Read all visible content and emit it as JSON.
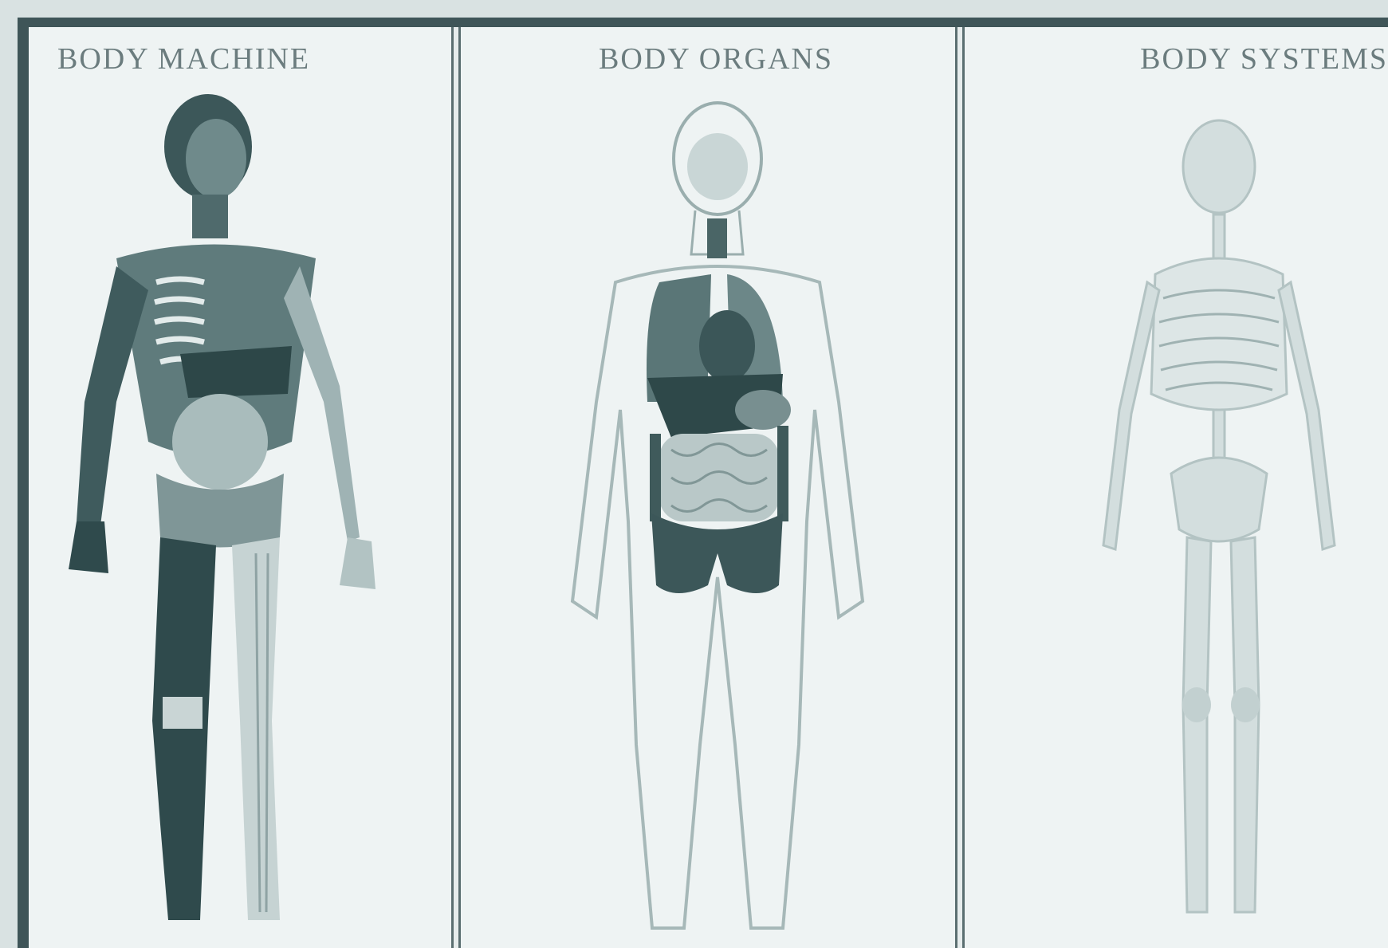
{
  "panels": [
    {
      "title": "BODY MACHINE"
    },
    {
      "title": "BODY ORGANS"
    },
    {
      "title": "BODY SYSTEMS"
    }
  ],
  "colors": {
    "frame": "#3f5558",
    "paper": "#eef3f3",
    "ink_dark": "#2f4a4c",
    "ink_mid": "#6b8384",
    "ink_light": "#b7c6c6"
  }
}
